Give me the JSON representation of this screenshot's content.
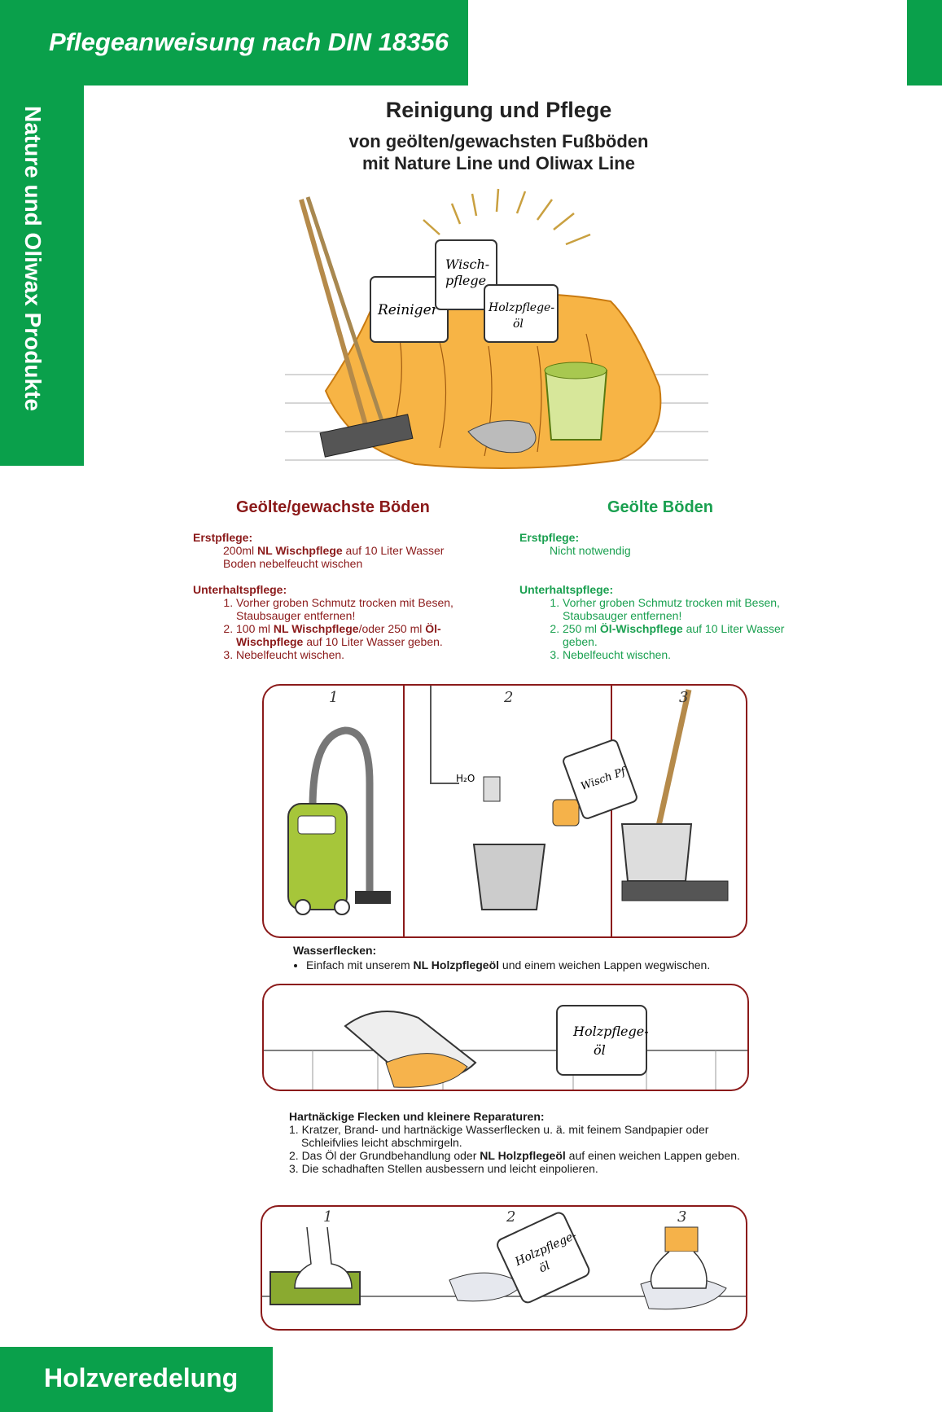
{
  "header": {
    "title": "Pflegeanweisung nach DIN 18356"
  },
  "sidebar": {
    "label": "Nature und Oliwax Produkte"
  },
  "footer": {
    "label": "Holzveredelung"
  },
  "intro": {
    "title": "Reinigung und Pflege",
    "subtitle_line1": "von geölten/gewachsten Fußböden",
    "subtitle_line2": "mit Nature Line und Oliwax Line",
    "illustration_labels": [
      "Reiniger",
      "Wisch-",
      "pflege",
      "Holzpflege-",
      "öl"
    ]
  },
  "left_column": {
    "heading": "Geölte/gewachste Böden",
    "erst_label": "Erstpflege:",
    "erst_line1_pre": "200ml ",
    "erst_line1_bold": "NL Wischpflege",
    "erst_line1_post": " auf 10 Liter Wasser",
    "erst_line2": "Boden nebelfeucht wischen",
    "unterhalt_label": "Unterhaltspflege:",
    "step1": "Vorher groben Schmutz trocken mit Besen, Staubsauger entfernen!",
    "step2_pre": "100 ml ",
    "step2_bold1": "NL Wischpflege",
    "step2_mid": "/oder 250 ml ",
    "step2_bold2": "Öl-Wischpflege",
    "step2_post": " auf 10 Liter Wasser geben.",
    "step3": "Nebelfeucht wischen."
  },
  "right_column": {
    "heading": "Geölte Böden",
    "erst_label": "Erstpflege:",
    "erst_line1": "Nicht notwendig",
    "unterhalt_label": "Unterhaltspflege:",
    "step1": "Vorher groben Schmutz trocken mit Besen, Staubsauger entfernen!",
    "step2_pre": "250 ml ",
    "step2_bold": "Öl-Wischpflege",
    "step2_post": " auf 10 Liter Wasser geben.",
    "step3": "Nebelfeucht wischen."
  },
  "panel1": {
    "numbers": [
      "1",
      "2",
      "3"
    ],
    "water_label": "H₂O",
    "can_label": "Wisch Pf"
  },
  "water_stains": {
    "label": "Wasserflecken:",
    "text_pre": "Einfach mit unserem ",
    "text_bold": "NL Holzpflegeöl",
    "text_post": " und einem weichen Lappen wegwischen."
  },
  "panel2": {
    "can_label1": "Holzpflege-",
    "can_label2": "öl"
  },
  "repairs": {
    "label": "Hartnäckige Flecken und kleinere Reparaturen:",
    "step1_a": "1. Kratzer, Brand- und hartnäckige Wasserflecken u. ä. mit feinem Sandpapier oder",
    "step1_b": "Schleifvlies leicht abschmirgeln.",
    "step2_pre": "2. Das Öl der Grundbehandlung oder ",
    "step2_bold": "NL Holzpflegeöl",
    "step2_post": " auf einen weichen Lappen geben.",
    "step3": "3. Die schadhaften Stellen ausbessern und leicht einpolieren."
  },
  "panel3": {
    "numbers": [
      "1",
      "2",
      "3"
    ],
    "can_label1": "Holzpflege-",
    "can_label2": "öl"
  },
  "colors": {
    "green": "#0aa04b",
    "dark_red": "#8b1a1a",
    "text_green": "#1aa050"
  }
}
